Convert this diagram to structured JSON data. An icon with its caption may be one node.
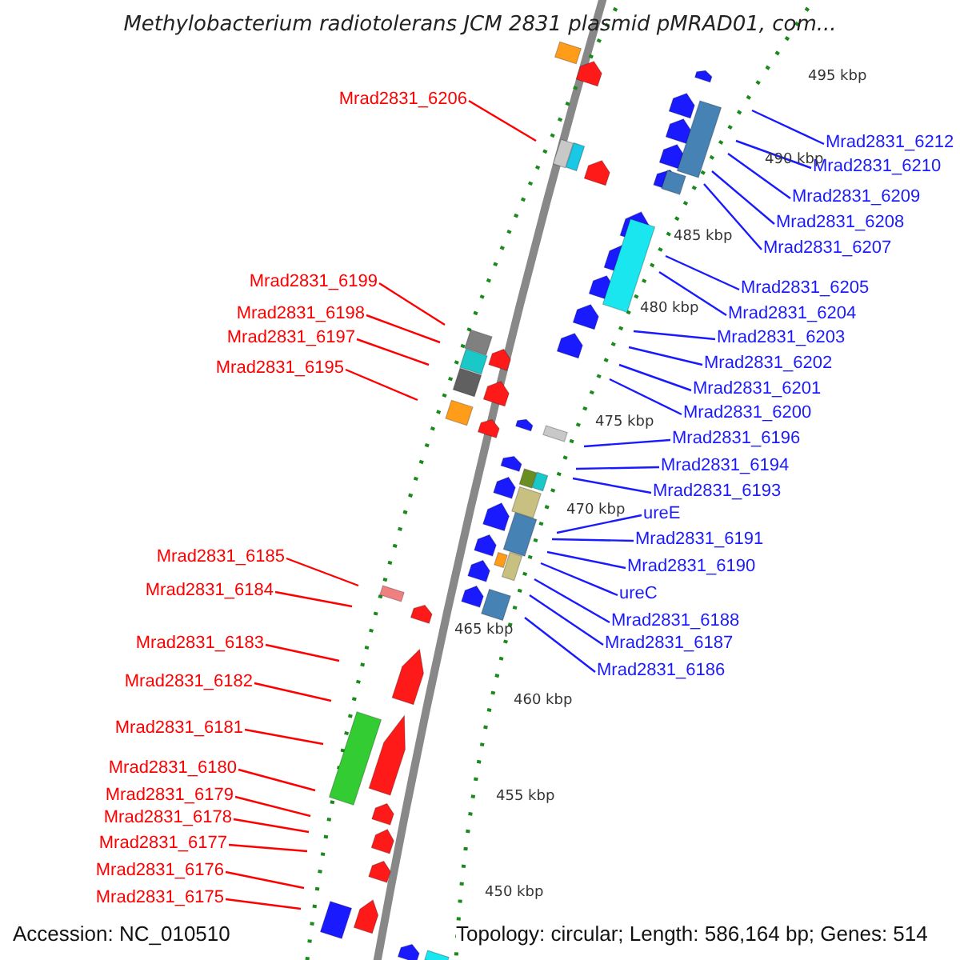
{
  "diagram": {
    "title": "Methylobacterium radiotolerans JCM 2831 plasmid pMRAD01, com...",
    "nodes": [
      {
        "text": [
          "Mrad2831_6206"
        ]
      },
      {
        "text": [
          "Mrad2831_6199"
        ]
      },
      {
        "text": [
          "Mrad2831_6198"
        ]
      },
      {
        "text": [
          "Mrad2831_6197"
        ]
      },
      {
        "text": [
          "Mrad2831_6195"
        ]
      },
      {
        "text": [
          "Mrad2831_6185"
        ]
      },
      {
        "text": [
          "Mrad2831_6184"
        ]
      },
      {
        "text": [
          "Mrad2831_6183"
        ]
      },
      {
        "text": [
          "Mrad2831_6182"
        ]
      },
      {
        "text": [
          "Mrad2831_6181"
        ]
      },
      {
        "text": [
          "Mrad2831_6180"
        ]
      },
      {
        "text": [
          "Mrad2831_6179"
        ]
      },
      {
        "text": [
          "Mrad2831_6178"
        ]
      },
      {
        "text": [
          "Mrad2831_6177"
        ]
      },
      {
        "text": [
          "Mrad2831_6176"
        ]
      },
      {
        "text": [
          "Mrad2831_6175"
        ]
      },
      {
        "text": [
          "Mrad2831_6212"
        ]
      },
      {
        "text": [
          "Mrad2831_6210"
        ]
      },
      {
        "text": [
          "Mrad2831_6209"
        ]
      },
      {
        "text": [
          "Mrad2831_6208"
        ]
      },
      {
        "text": [
          "Mrad2831_6207"
        ]
      },
      {
        "text": [
          "Mrad2831_6205"
        ]
      },
      {
        "text": [
          "Mrad2831_6204"
        ]
      },
      {
        "text": [
          "Mrad2831_6203"
        ]
      },
      {
        "text": [
          "Mrad2831_6202"
        ]
      },
      {
        "text": [
          "Mrad2831_6201"
        ]
      },
      {
        "text": [
          "Mrad2831_6200"
        ]
      },
      {
        "text": [
          "Mrad2831_6196"
        ]
      },
      {
        "text": [
          "Mrad2831_6194"
        ]
      },
      {
        "text": [
          "Mrad2831_6193"
        ]
      },
      {
        "text": [
          "ureE"
        ]
      },
      {
        "text": [
          "Mrad2831_6191"
        ]
      },
      {
        "text": [
          "Mrad2831_6190"
        ]
      },
      {
        "text": [
          "ureC"
        ]
      },
      {
        "text": [
          "Mrad2831_6188"
        ]
      },
      {
        "text": [
          "Mrad2831_6187"
        ]
      },
      {
        "text": [
          "Mrad2831_6186"
        ]
      }
    ],
    "edges": [
      {
        "from": 0,
        "to": null,
        "arrow": "none",
        "color": "#ff0000"
      },
      {
        "from": 1,
        "to": null,
        "arrow": "none",
        "color": "#ff0000"
      },
      {
        "from": 2,
        "to": null,
        "arrow": "none",
        "color": "#ff0000"
      },
      {
        "from": 3,
        "to": null,
        "arrow": "none",
        "color": "#ff0000"
      },
      {
        "from": 4,
        "to": null,
        "arrow": "none",
        "color": "#ff0000"
      },
      {
        "from": 5,
        "to": null,
        "arrow": "none",
        "color": "#ff0000"
      },
      {
        "from": 6,
        "to": null,
        "arrow": "none",
        "color": "#ff0000"
      },
      {
        "from": 7,
        "to": null,
        "arrow": "none",
        "color": "#ff0000"
      },
      {
        "from": 8,
        "to": null,
        "arrow": "none",
        "color": "#ff0000"
      },
      {
        "from": 9,
        "to": null,
        "arrow": "none",
        "color": "#ff0000"
      },
      {
        "from": 10,
        "to": null,
        "arrow": "none",
        "color": "#ff0000"
      },
      {
        "from": 11,
        "to": null,
        "arrow": "none",
        "color": "#ff0000"
      },
      {
        "from": 12,
        "to": null,
        "arrow": "none",
        "color": "#ff0000"
      },
      {
        "from": 13,
        "to": null,
        "arrow": "none",
        "color": "#ff0000"
      },
      {
        "from": 14,
        "to": null,
        "arrow": "none",
        "color": "#ff0000"
      },
      {
        "from": 15,
        "to": null,
        "arrow": "none",
        "color": "#ff0000"
      },
      {
        "from": 16,
        "to": null,
        "arrow": "none"
      },
      {
        "from": 17,
        "to": null,
        "arrow": "none"
      },
      {
        "from": 18,
        "to": null,
        "arrow": "none"
      },
      {
        "from": 19,
        "to": null,
        "arrow": "none"
      },
      {
        "from": 20,
        "to": null,
        "arrow": "none"
      },
      {
        "from": 21,
        "to": null,
        "arrow": "none"
      },
      {
        "from": 22,
        "to": null,
        "arrow": "none"
      },
      {
        "from": 23,
        "to": null,
        "arrow": "none"
      },
      {
        "from": 24,
        "to": null,
        "arrow": "none"
      },
      {
        "from": 25,
        "to": null,
        "arrow": "none"
      },
      {
        "from": 26,
        "to": null,
        "arrow": "none"
      },
      {
        "from": 27,
        "to": null,
        "arrow": "none"
      },
      {
        "from": 28,
        "to": null,
        "arrow": "none"
      },
      {
        "from": 29,
        "to": null,
        "arrow": "none"
      },
      {
        "from": 30,
        "to": null,
        "arrow": "none"
      },
      {
        "from": 31,
        "to": null,
        "arrow": "none"
      },
      {
        "from": 32,
        "to": null,
        "arrow": "none"
      },
      {
        "from": 33,
        "to": null,
        "arrow": "none"
      },
      {
        "from": 34,
        "to": null,
        "arrow": "none"
      },
      {
        "from": 35,
        "to": null,
        "arrow": "none"
      },
      {
        "from": 36,
        "to": null,
        "arrow": "none"
      }
    ],
    "labels": [
      "495 kbp",
      "490 kbp",
      "485 kbp",
      "480 kbp",
      "475 kbp",
      "470 kbp",
      "465 kbp",
      "460 kbp",
      "455 kbp",
      "450 kbp",
      "Accession: NC_010510",
      "Topology: circular; Length: 586,164 bp; Genes: 514"
    ]
  }
}
